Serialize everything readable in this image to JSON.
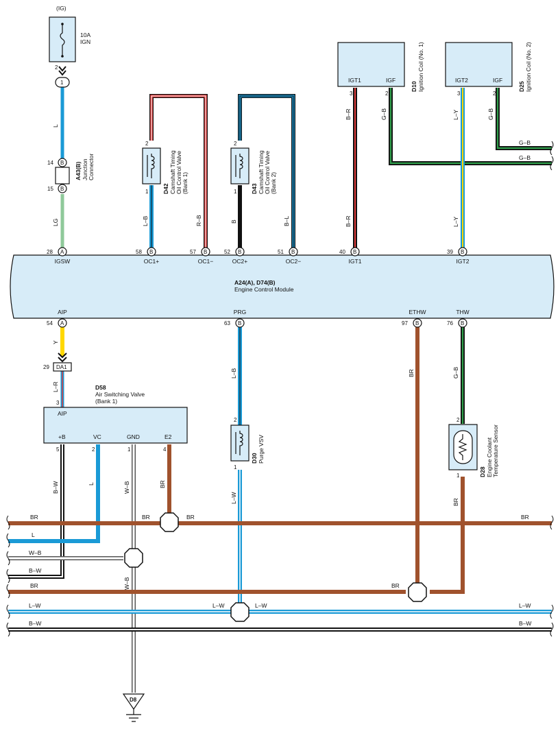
{
  "fuse": {
    "supply": "(IG)",
    "rating": "10A",
    "name": "IGN",
    "pin": "2",
    "connector": "1"
  },
  "ecm": {
    "id": "A24(A), D74(B)",
    "name": "Engine Control Module"
  },
  "junction": {
    "id": "A43(B)",
    "name1": "Junction",
    "name2": "Connector",
    "pin_top": "14",
    "pin_bottom": "15",
    "letter": "B"
  },
  "d42": {
    "id": "D42",
    "line1": "Camshaft Timing",
    "line2": "Oil Control Valve",
    "line3": "(Bank 1)",
    "pin_top": "2",
    "pin_bottom": "1"
  },
  "d43": {
    "id": "D43",
    "line1": "Camshaft Timing",
    "line2": "Oil Control Valve",
    "line3": "(Bank 2)",
    "pin_top": "2",
    "pin_bottom": "1"
  },
  "d10": {
    "id": "D10",
    "name": "Ignition Coil (No. 1)",
    "t1": "IGT1",
    "t2": "IGF",
    "p1": "3",
    "p2": "2"
  },
  "d25": {
    "id": "D25",
    "name": "Ignition Coil (No. 2)",
    "t1": "IGT2",
    "t2": "IGF",
    "p1": "3",
    "p2": "2"
  },
  "ecm_top_pins": [
    {
      "num": "28",
      "letter": "A",
      "name": "IGSW"
    },
    {
      "num": "58",
      "letter": "B",
      "name": "OC1+"
    },
    {
      "num": "57",
      "letter": "B",
      "name": "OC1−"
    },
    {
      "num": "52",
      "letter": "B",
      "name": "OC2+"
    },
    {
      "num": "51",
      "letter": "B",
      "name": "OC2−"
    },
    {
      "num": "40",
      "letter": "B",
      "name": "IGT1"
    },
    {
      "num": "39",
      "letter": "B",
      "name": "IGT2"
    }
  ],
  "ecm_bottom_pins": [
    {
      "num": "54",
      "letter": "A",
      "name": "AIP"
    },
    {
      "num": "63",
      "letter": "B",
      "name": "PRG"
    },
    {
      "num": "97",
      "letter": "B",
      "name": "ETHW"
    },
    {
      "num": "76",
      "letter": "B",
      "name": "THW"
    }
  ],
  "d58": {
    "id": "D58",
    "line1": "Air Switching Valve",
    "line2": "(Bank 1)",
    "top_terminal": "AIP",
    "top_pin": "3",
    "terminals": [
      {
        "name": "+B",
        "pin": "5"
      },
      {
        "name": "VC",
        "pin": "2"
      },
      {
        "name": "GND",
        "pin": "1"
      },
      {
        "name": "E2",
        "pin": "4"
      }
    ]
  },
  "da1": {
    "pin": "29",
    "name": "DA1"
  },
  "d30": {
    "id": "D30",
    "name": "Purge VSV",
    "pin_top": "2",
    "pin_bottom": "1"
  },
  "d28": {
    "id": "D28",
    "line1": "Engine Coolant",
    "line2": "Temperature Sensor",
    "pin_top": "2",
    "pin_bottom": "1"
  },
  "ground": {
    "id": "D8"
  },
  "wires": {
    "L": "L",
    "LG": "LG",
    "LB": "L–B",
    "RB": "R–B",
    "B": "B",
    "BL": "B–L",
    "BR_": "B–R",
    "GB": "G–B",
    "LY": "L–Y",
    "Y": "Y",
    "LR": "L–R",
    "BRN": "BR",
    "BW": "B–W",
    "WB": "W–B",
    "LW": "L–W"
  },
  "colors": {
    "blue": "#1a9ad6",
    "brown": "#a0522d",
    "red": "#e23a3a",
    "green": "#2e9e4a",
    "yellow": "#ffd800",
    "lightgreen": "#8fc99a",
    "box": "#d7ecf8"
  }
}
